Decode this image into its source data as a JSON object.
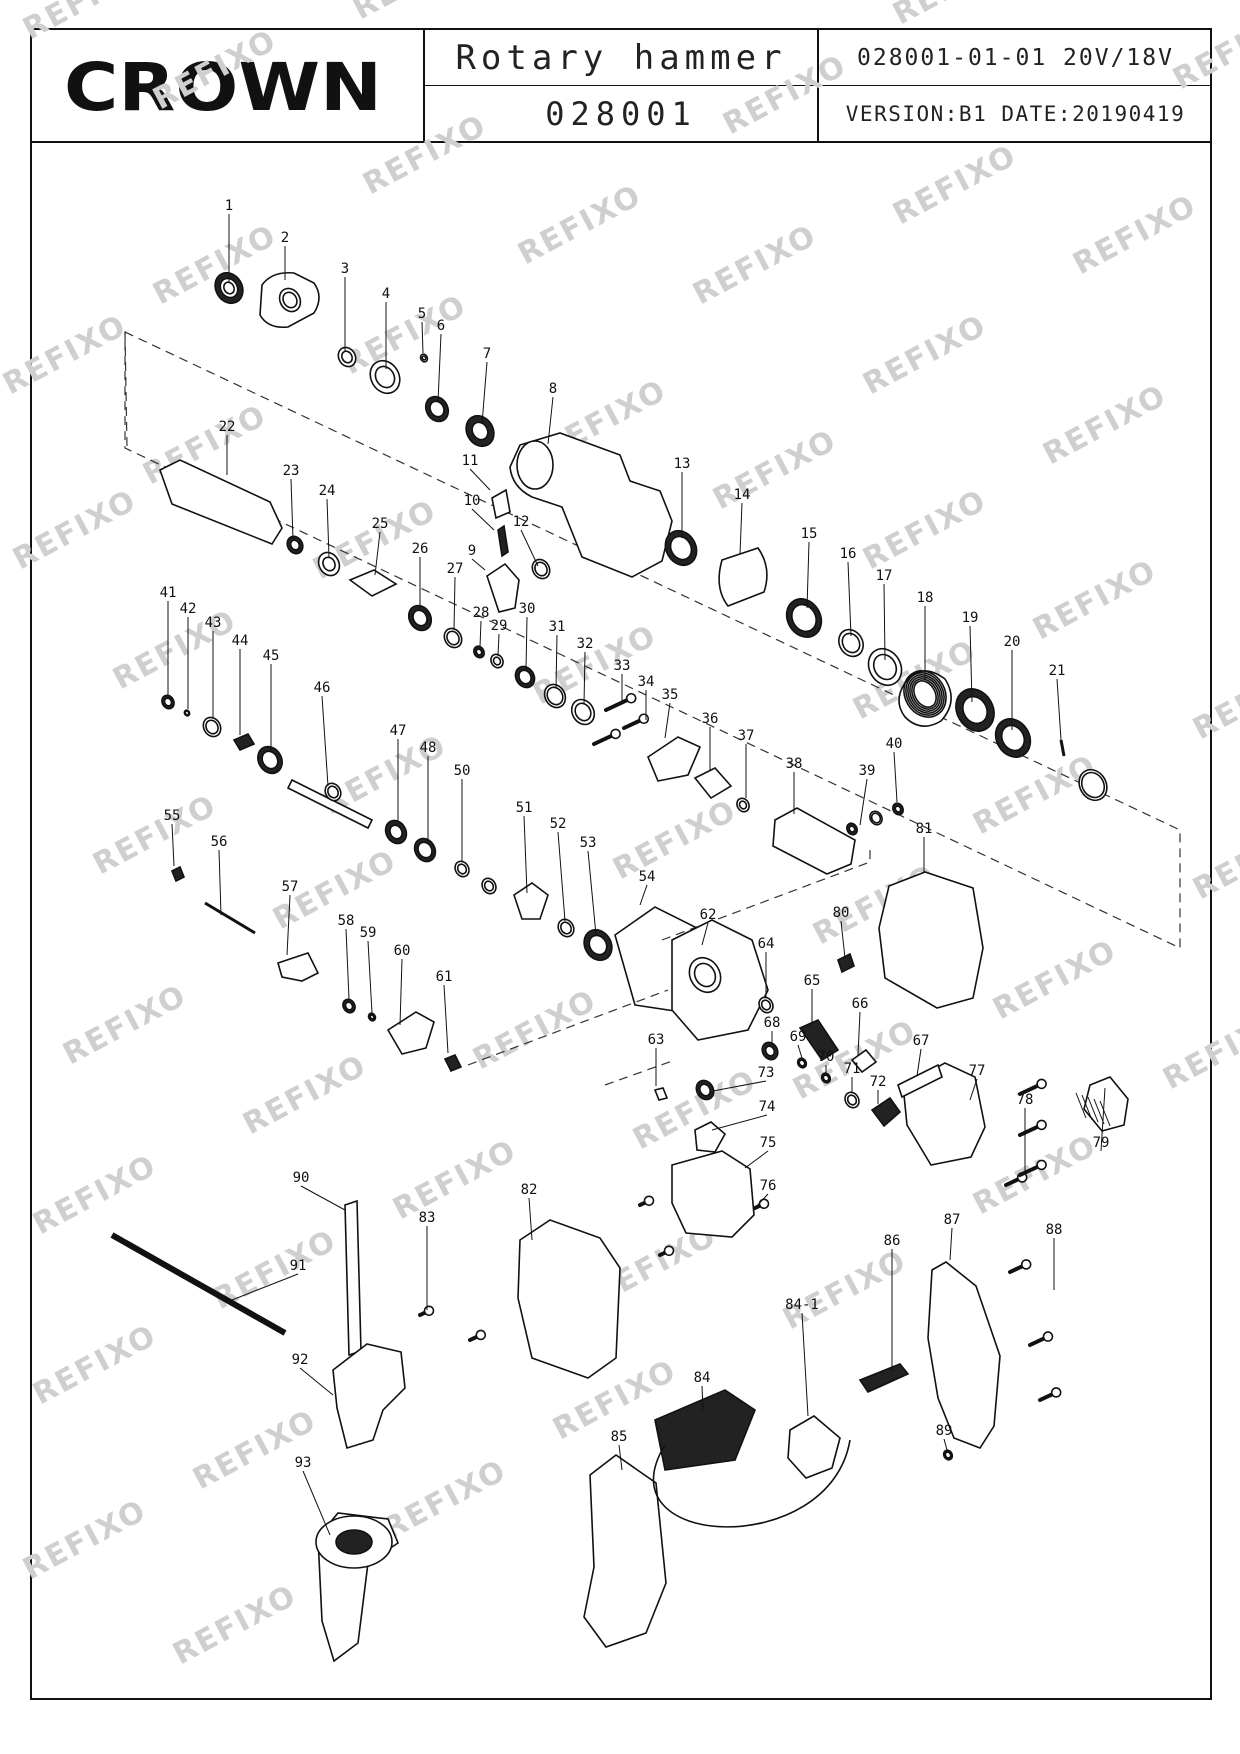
{
  "brand": "CROWN",
  "title_block": {
    "product_name": "Rotary hammer",
    "model": "028001",
    "drawing_code": "028001-01-01 20V/18V",
    "version_date": "VERSION:B1 DATE:20190419"
  },
  "watermark": "REFIXO",
  "part_numbers": [
    "1",
    "2",
    "3",
    "4",
    "5",
    "6",
    "7",
    "8",
    "9",
    "10",
    "11",
    "12",
    "13",
    "14",
    "15",
    "16",
    "17",
    "18",
    "19",
    "20",
    "21",
    "22",
    "23",
    "24",
    "25",
    "26",
    "27",
    "28",
    "29",
    "30",
    "31",
    "32",
    "33",
    "34",
    "35",
    "36",
    "37",
    "38",
    "39",
    "40",
    "41",
    "42",
    "43",
    "44",
    "45",
    "46",
    "47",
    "48",
    "50",
    "51",
    "52",
    "53",
    "54",
    "55",
    "56",
    "57",
    "58",
    "59",
    "60",
    "61",
    "62",
    "63",
    "64",
    "65",
    "66",
    "67",
    "68",
    "69",
    "70",
    "71",
    "72",
    "73",
    "74",
    "75",
    "76",
    "77",
    "78",
    "79",
    "80",
    "81",
    "82",
    "83",
    "84",
    "84-1",
    "85",
    "86",
    "87",
    "88",
    "89",
    "90",
    "91",
    "92",
    "93"
  ]
}
